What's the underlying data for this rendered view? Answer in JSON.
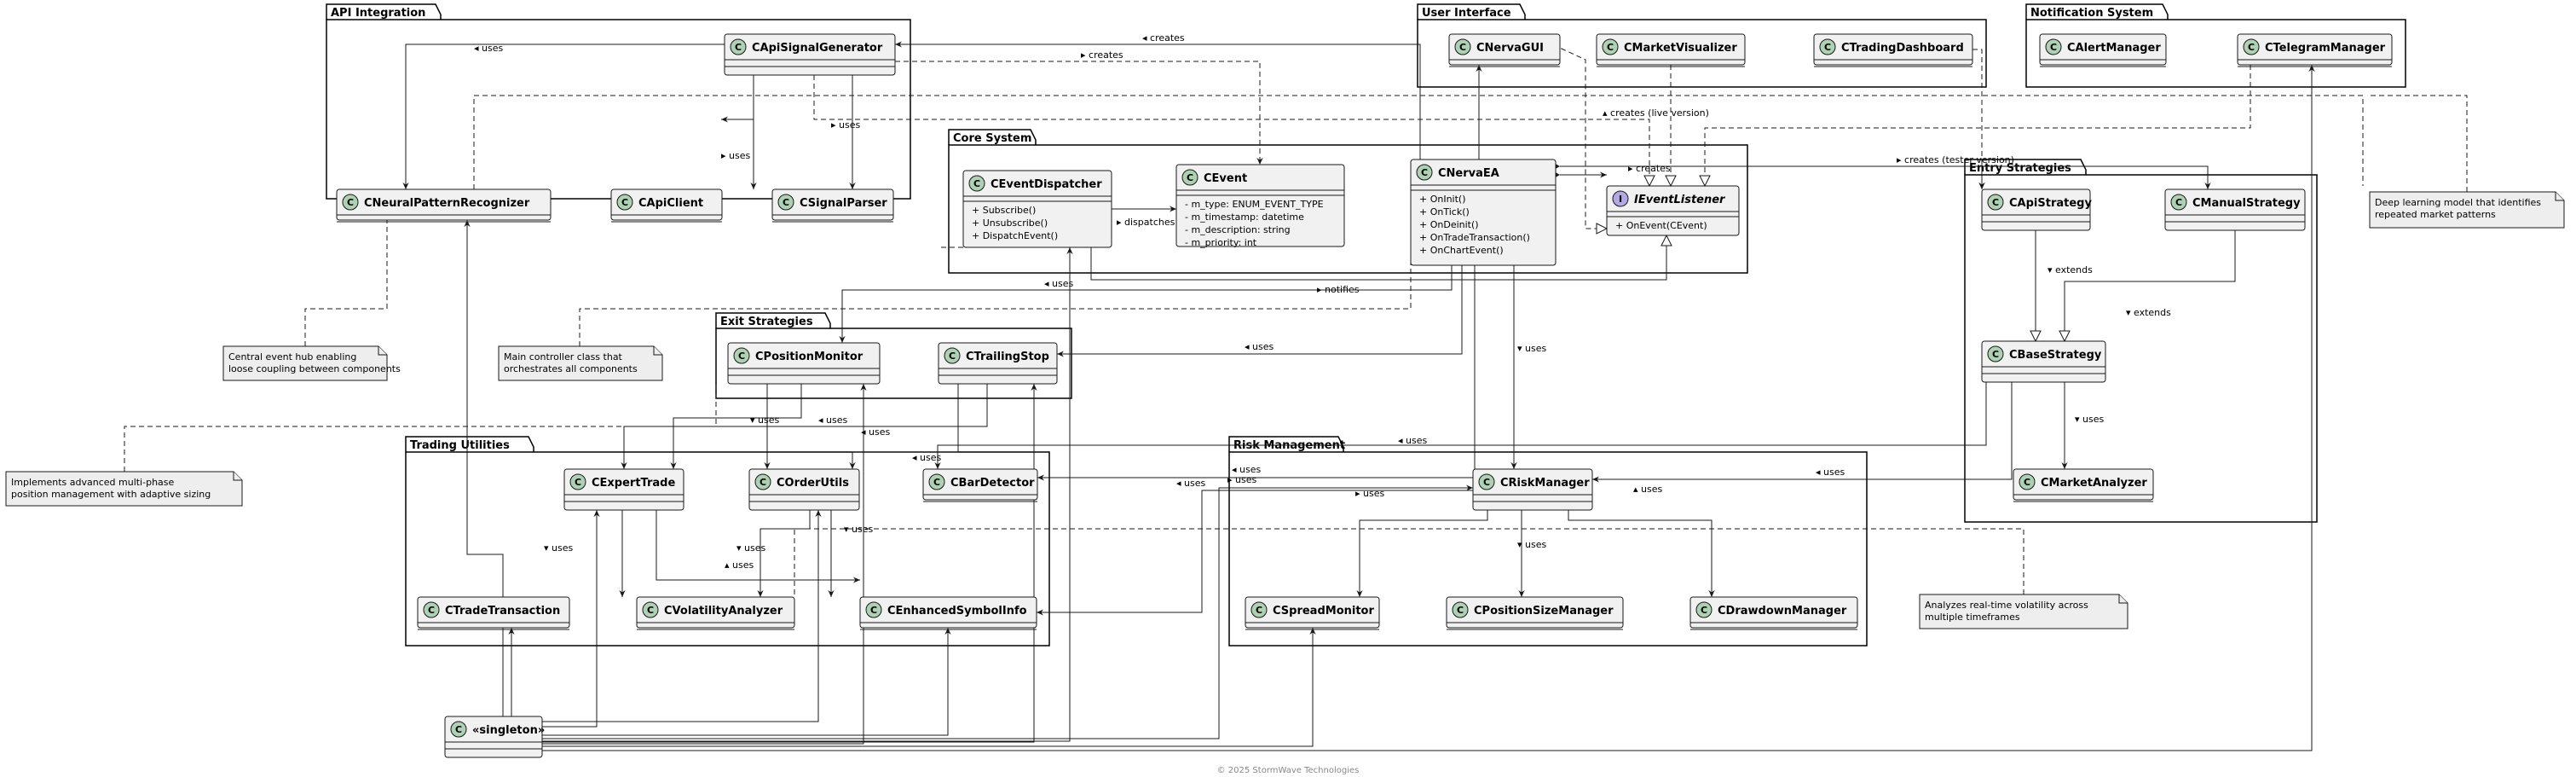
{
  "packages": [
    {
      "id": "api",
      "title": "API Integration"
    },
    {
      "id": "ui",
      "title": "User Interface"
    },
    {
      "id": "notify",
      "title": "Notification System"
    },
    {
      "id": "core",
      "title": "Core System"
    },
    {
      "id": "entry",
      "title": "Entry Strategies"
    },
    {
      "id": "exit",
      "title": "Exit Strategies"
    },
    {
      "id": "utils",
      "title": "Trading Utilities"
    },
    {
      "id": "risk",
      "title": "Risk Management"
    }
  ],
  "classes": [
    {
      "id": "CApiSignalGenerator",
      "name": "CApiSignalGenerator",
      "kind": "C",
      "members": []
    },
    {
      "id": "CNeuralPatternRecognizer",
      "name": "CNeuralPatternRecognizer",
      "kind": "C",
      "members": []
    },
    {
      "id": "CApiClient",
      "name": "CApiClient",
      "kind": "C",
      "members": []
    },
    {
      "id": "CSignalParser",
      "name": "CSignalParser",
      "kind": "C",
      "members": []
    },
    {
      "id": "CNervaGUI",
      "name": "CNervaGUI",
      "kind": "C",
      "members": []
    },
    {
      "id": "CMarketVisualizer",
      "name": "CMarketVisualizer",
      "kind": "C",
      "members": []
    },
    {
      "id": "CTradingDashboard",
      "name": "CTradingDashboard",
      "kind": "C",
      "members": []
    },
    {
      "id": "CAlertManager",
      "name": "CAlertManager",
      "kind": "C",
      "members": []
    },
    {
      "id": "CTelegramManager",
      "name": "CTelegramManager",
      "kind": "C",
      "members": []
    },
    {
      "id": "CEventDispatcher",
      "name": "CEventDispatcher",
      "kind": "C",
      "members": [
        "+ Subscribe()",
        "+ Unsubscribe()",
        "+ DispatchEvent()"
      ]
    },
    {
      "id": "CEvent",
      "name": "CEvent",
      "kind": "C",
      "members": [
        "- m_type: ENUM_EVENT_TYPE",
        "- m_timestamp: datetime",
        "- m_description: string",
        "- m_priority: int"
      ]
    },
    {
      "id": "CNervaEA",
      "name": "CNervaEA",
      "kind": "C",
      "members": [
        "+ OnInit()",
        "+ OnTick()",
        "+ OnDeinit()",
        "+ OnTradeTransaction()",
        "+ OnChartEvent()"
      ]
    },
    {
      "id": "IEventListener",
      "name": "IEventListener",
      "kind": "I",
      "members": [
        "+ OnEvent(CEvent)"
      ]
    },
    {
      "id": "CApiStrategy",
      "name": "CApiStrategy",
      "kind": "C",
      "members": []
    },
    {
      "id": "CManualStrategy",
      "name": "CManualStrategy",
      "kind": "C",
      "members": []
    },
    {
      "id": "CBaseStrategy",
      "name": "CBaseStrategy",
      "kind": "C",
      "members": []
    },
    {
      "id": "CMarketAnalyzer",
      "name": "CMarketAnalyzer",
      "kind": "C",
      "members": []
    },
    {
      "id": "CPositionMonitor",
      "name": "CPositionMonitor",
      "kind": "C",
      "members": []
    },
    {
      "id": "CTrailingStop",
      "name": "CTrailingStop",
      "kind": "C",
      "members": []
    },
    {
      "id": "CExpertTrade",
      "name": "CExpertTrade",
      "kind": "C",
      "members": []
    },
    {
      "id": "COrderUtils",
      "name": "COrderUtils",
      "kind": "C",
      "members": []
    },
    {
      "id": "CBarDetector",
      "name": "CBarDetector",
      "kind": "C",
      "members": []
    },
    {
      "id": "CTradeTransaction",
      "name": "CTradeTransaction",
      "kind": "C",
      "members": []
    },
    {
      "id": "CVolatilityAnalyzer",
      "name": "CVolatilityAnalyzer",
      "kind": "C",
      "members": []
    },
    {
      "id": "CEnhancedSymbolInfo",
      "name": "CEnhancedSymbolInfo",
      "kind": "C",
      "members": []
    },
    {
      "id": "CRiskManager",
      "name": "CRiskManager",
      "kind": "C",
      "members": []
    },
    {
      "id": "CSpreadMonitor",
      "name": "CSpreadMonitor",
      "kind": "C",
      "members": []
    },
    {
      "id": "CPositionSizeManager",
      "name": "CPositionSizeManager",
      "kind": "C",
      "members": []
    },
    {
      "id": "CDrawdownManager",
      "name": "CDrawdownManager",
      "kind": "C",
      "members": []
    },
    {
      "id": "singleton",
      "name": "«singleton»",
      "kind": "C",
      "members": []
    }
  ],
  "edge_labels": {
    "uses": "uses",
    "creates": "creates",
    "creates_live": "creates (live version)",
    "creates_tester": "creates (tester version)",
    "dispatches": "dispatches",
    "notifies": "notifies",
    "extends": "extends"
  },
  "notes": [
    {
      "id": "note-dl",
      "lines": [
        "Deep learning model that identifies",
        "repeated market patterns"
      ]
    },
    {
      "id": "note-hub",
      "lines": [
        "Central event hub enabling",
        "loose coupling between components"
      ]
    },
    {
      "id": "note-main",
      "lines": [
        "Main controller class that",
        "orchestrates all components"
      ]
    },
    {
      "id": "note-exit",
      "lines": [
        "Implements advanced multi-phase",
        "position management with adaptive sizing"
      ]
    },
    {
      "id": "note-vol",
      "lines": [
        "Analyzes real-time volatility across",
        "multiple timeframes"
      ]
    }
  ],
  "footer": "© 2025 StormWave Technologies",
  "colors": {
    "class_fill": "#f1f1f1",
    "circle_class": "#add1b2",
    "circle_interface": "#b4a7e5",
    "note_fill": "#eeeeee",
    "stroke": "#181818"
  }
}
